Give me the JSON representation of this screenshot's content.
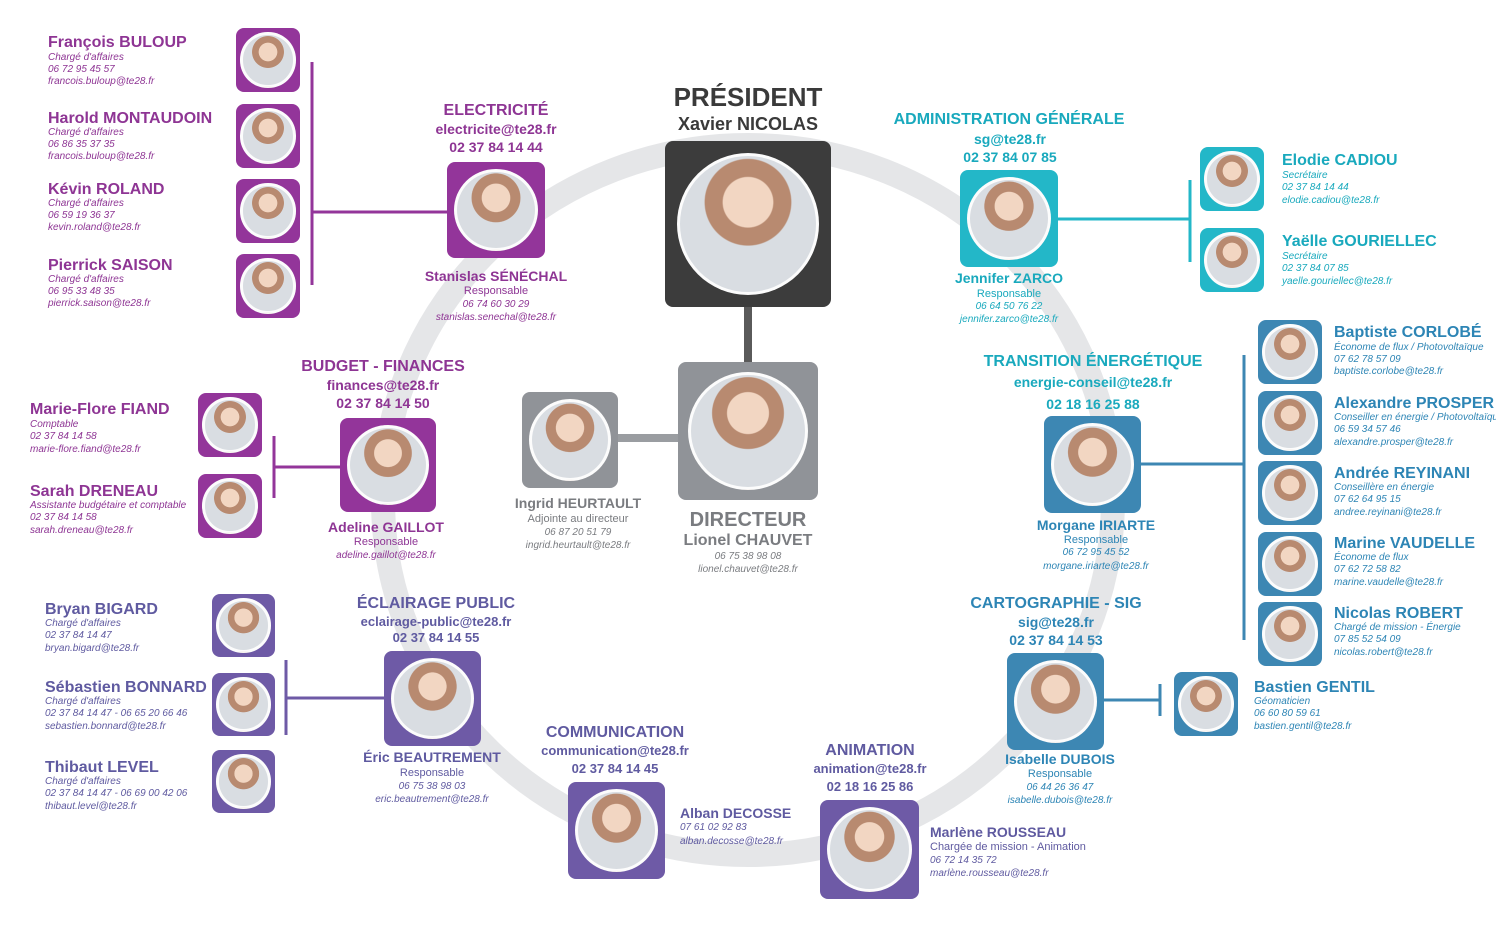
{
  "colors": {
    "electricite": "#93359a",
    "eclairage": "#6e5aa6",
    "administration": "#23b7c8",
    "transition": "#3d87b3",
    "direction": "#3c3c3c",
    "ring": "#dcdde0"
  },
  "president": {
    "title": "PRÉSIDENT",
    "name": "Xavier NICOLAS"
  },
  "director": {
    "title": "DIRECTEUR",
    "name": "Lionel CHAUVET",
    "phone": "06 75 38 98 08",
    "email": "lionel.chauvet@te28.fr"
  },
  "assistant": {
    "name": "Ingrid HEURTAULT",
    "role": "Adjointe au directeur",
    "phone": "06 87 20 51 79",
    "email": "ingrid.heurtault@te28.fr"
  },
  "electricite": {
    "title": "ELECTRICITÉ",
    "email": "electricite@te28.fr",
    "phone": "02 37 84 14 44",
    "head": {
      "name": "Stanislas SÉNÉCHAL",
      "role": "Responsable",
      "phone": "06 74 60 30 29",
      "email": "stanislas.senechal@te28.fr"
    },
    "members": [
      {
        "name": "François BULOUP",
        "role": "Chargé d'affaires",
        "phone": "06 72 95 45 57",
        "email": "francois.buloup@te28.fr"
      },
      {
        "name": "Harold MONTAUDOIN",
        "role": "Chargé d'affaires",
        "phone": "06 86 35 37 35",
        "email": "francois.buloup@te28.fr"
      },
      {
        "name": "Kévin ROLAND",
        "role": "Chargé d'affaires",
        "phone": "06 59 19 36 37",
        "email": "kevin.roland@te28.fr"
      },
      {
        "name": "Pierrick SAISON",
        "role": "Chargé d'affaires",
        "phone": "06 95 33 48 35",
        "email": "pierrick.saison@te28.fr"
      }
    ]
  },
  "budget": {
    "title": "BUDGET - FINANCES",
    "email": "finances@te28.fr",
    "phone": "02 37 84 14 50",
    "head": {
      "name": "Adeline GAILLOT",
      "role": "Responsable",
      "email": "adeline.gaillot@te28.fr"
    },
    "members": [
      {
        "name": "Marie-Flore FIAND",
        "role": "Comptable",
        "phone": "02 37 84 14 58",
        "email": "marie-flore.fiand@te28.fr"
      },
      {
        "name": "Sarah DRENEAU",
        "role": "Assistante budgétaire et comptable",
        "phone": "02 37 84 14 58",
        "email": "sarah.dreneau@te28.fr"
      }
    ]
  },
  "eclairage": {
    "title": "ÉCLAIRAGE PUBLIC",
    "email": "eclairage-public@te28.fr",
    "phone": "02 37 84 14 55",
    "head": {
      "name": "Éric BEAUTREMENT",
      "role": "Responsable",
      "phone": "06 75 38 98 03",
      "email": "eric.beautrement@te28.fr"
    },
    "members": [
      {
        "name": "Bryan BIGARD",
        "role": "Chargé d'affaires",
        "phone": "02 37 84 14 47",
        "email": "bryan.bigard@te28.fr"
      },
      {
        "name": "Sébastien BONNARD",
        "role": "Chargé d'affaires",
        "phone": "02 37 84 14 47 - 06 65 20 66 46",
        "email": "sebastien.bonnard@te28.fr"
      },
      {
        "name": "Thibaut LEVEL",
        "role": "Chargé d'affaires",
        "phone": "02 37 84 14 47 - 06 69 00 42 06",
        "email": "thibaut.level@te28.fr"
      }
    ]
  },
  "communication": {
    "title": "COMMUNICATION",
    "email": "communication@te28.fr",
    "phone": "02 37 84 14 45",
    "head": {
      "name": "Alban DECOSSE",
      "phone": "07 61 02 92 83",
      "email": "alban.decosse@te28.fr"
    }
  },
  "animation": {
    "title": "ANIMATION",
    "email": "animation@te28.fr",
    "phone": "02 18 16 25 86",
    "head": {
      "name": "Marlène ROUSSEAU",
      "role": "Chargée de mission - Animation",
      "phone": "06 72 14 35 72",
      "email": "marlène.rousseau@te28.fr"
    }
  },
  "administration": {
    "title": "ADMINISTRATION GÉNÉRALE",
    "email": "sg@te28.fr",
    "phone": "02 37 84 07 85",
    "head": {
      "name": "Jennifer ZARCO",
      "role": "Responsable",
      "phone": "06 64 50 76 22",
      "email": "jennifer.zarco@te28.fr"
    },
    "members": [
      {
        "name": "Elodie CADIOU",
        "role": "Secrétaire",
        "phone": "02 37 84 14 44",
        "email": "elodie.cadiou@te28.fr"
      },
      {
        "name": "Yaëlle GOURIELLEC",
        "role": "Secrétaire",
        "phone": "02 37 84 07 85",
        "email": "yaelle.gouriellec@te28.fr"
      }
    ]
  },
  "transition": {
    "title": "TRANSITION ÉNERGÉTIQUE",
    "email": "energie-conseil@te28.fr",
    "phone": "02 18 16 25 88",
    "head": {
      "name": "Morgane IRIARTE",
      "role": "Responsable",
      "phone": "06 72 95 45 52",
      "email": "morgane.iriarte@te28.fr"
    },
    "members": [
      {
        "name": "Baptiste CORLOBÉ",
        "role": "Économe de flux / Photovoltaïque",
        "phone": "07 62 78 57 09",
        "email": "baptiste.corlobe@te28.fr"
      },
      {
        "name": "Alexandre PROSPER",
        "role": "Conseiller en énergie / Photovoltaïque",
        "phone": "06 59 34 57 46",
        "email": "alexandre.prosper@te28.fr"
      },
      {
        "name": "Andrée REYINANI",
        "role": "Conseillère en énergie",
        "phone": "07 62 64 95 15",
        "email": "andree.reyinani@te28.fr"
      },
      {
        "name": "Marine VAUDELLE",
        "role": "Économe de flux",
        "phone": "07 62 72 58 82",
        "email": "marine.vaudelle@te28.fr"
      },
      {
        "name": "Nicolas ROBERT",
        "role": "Chargé de mission - Énergie",
        "phone": "07 85 52 54 09",
        "email": "nicolas.robert@te28.fr"
      }
    ]
  },
  "cartographie": {
    "title": "CARTOGRAPHIE - SIG",
    "email": "sig@te28.fr",
    "phone": "02 37 84 14 53",
    "head": {
      "name": "Isabelle DUBOIS",
      "role": "Responsable",
      "phone": "06 44 26 36 47",
      "email": "isabelle.dubois@te28.fr"
    },
    "members": [
      {
        "name": "Bastien GENTIL",
        "role": "Géomaticien",
        "phone": "06 60 80 59 61",
        "email": "bastien.gentil@te28.fr"
      }
    ]
  }
}
